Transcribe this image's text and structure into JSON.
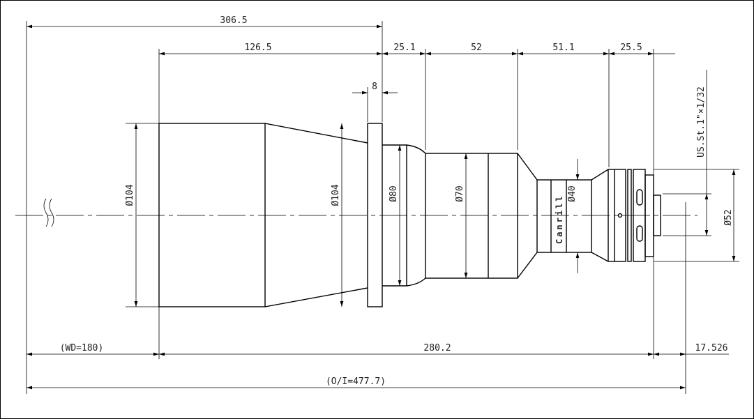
{
  "drawing": {
    "top_dims": {
      "overall_front": "306.5",
      "front_barrel": "126.5",
      "seg1": "25.1",
      "seg2": "52",
      "seg3": "51.1",
      "seg4": "25.5",
      "flange": "8"
    },
    "diameters": {
      "front_barrel": "Ø104",
      "flange": "Ø104",
      "step": "Ø80",
      "body": "Ø70",
      "neck": "Ø40",
      "mount": "Ø52"
    },
    "thread": "US.St.1\"×1/32",
    "bottom_dims": {
      "working_distance": "(WD=180)",
      "lens_length": "280.2",
      "back_focus": "17.526",
      "object_image": "(O/I=477.7)"
    },
    "logo_text": "Canrill"
  }
}
